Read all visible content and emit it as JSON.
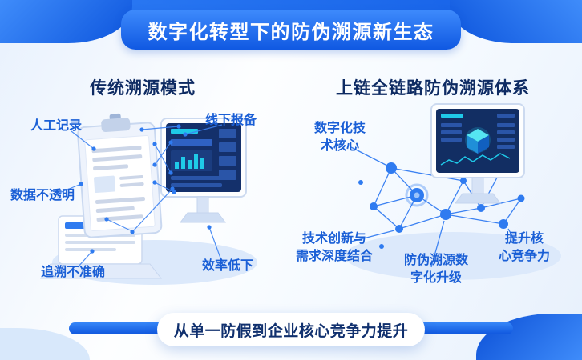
{
  "header": {
    "title": "数字化转型下的防伪溯源新生态"
  },
  "left_panel": {
    "title": "传统溯源模式",
    "labels": {
      "manual_record": "人工记录",
      "offline_report": "线下报备",
      "opaque_data": "数据不透明",
      "inaccurate_trace": "追溯不准确",
      "low_efficiency": "效率低下"
    }
  },
  "right_panel": {
    "title": "上链全链路防伪溯源体系",
    "labels": {
      "digital_core": "数字化技\n术核心",
      "innovation": "技术创新与\n需求深度结合",
      "digital_upgrade": "防伪溯源数\n字化升级",
      "competitiveness": "提升核\n心竞争力"
    }
  },
  "footer": {
    "text": "从单一防假到企业核心竞争力提升"
  },
  "colors": {
    "banner_blue_light": "#3e8bfc",
    "banner_blue_dark": "#1059e2",
    "label_blue": "#1a5fd6",
    "title_navy": "#0e2b63",
    "screen_navy": "#14306b",
    "accent_cyan": "#1fc9e8",
    "node_blue": "#2f7bf0",
    "platform_blue": "#dce9fb"
  }
}
